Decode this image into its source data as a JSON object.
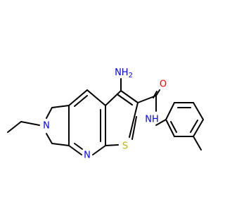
{
  "colors": {
    "carbon": "#000000",
    "nitrogen": "#0000ff",
    "oxygen": "#ff0000",
    "sulfur": "#c8b400",
    "background": "#ffffff"
  },
  "atoms": {
    "amino_n": "NH",
    "amino_h2": "2",
    "carbonyl_o": "O",
    "amide_nh": "NH",
    "ring_n_amine": "N",
    "pyridine_n": "N",
    "thiophene_s": "S"
  }
}
